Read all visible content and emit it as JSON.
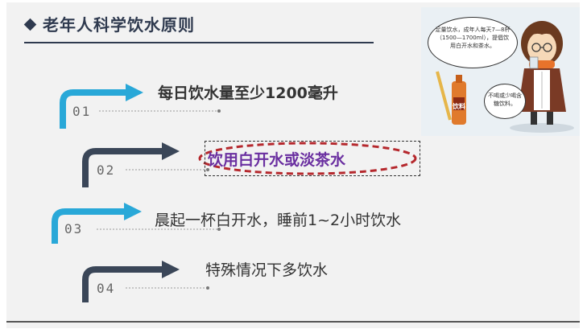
{
  "slide": {
    "title": "老年人科学饮水原则",
    "title_icon": "diamond-icon"
  },
  "illustration": {
    "speech_text": "足量饮水，成年人每天7—8杯（1500—1700ml），提倡饮用白开水和茶水。",
    "second_bubble_text": "不喝或少喝含糖饮料。",
    "bottle_label": "饮料"
  },
  "items": [
    {
      "num": "01",
      "text": "每日饮水量至少1200毫升"
    },
    {
      "num": "02",
      "text": "饮用白开水或淡茶水"
    },
    {
      "num": "03",
      "text": "晨起一杯白开水，睡前1~2小时饮水"
    },
    {
      "num": "04",
      "text": "特殊情况下多饮水"
    }
  ],
  "colors": {
    "arrow_blue": "#29a8d8",
    "arrow_dark": "#3a4658",
    "highlight_purple": "#6a2fa0",
    "dash_red": "#b5282d"
  }
}
